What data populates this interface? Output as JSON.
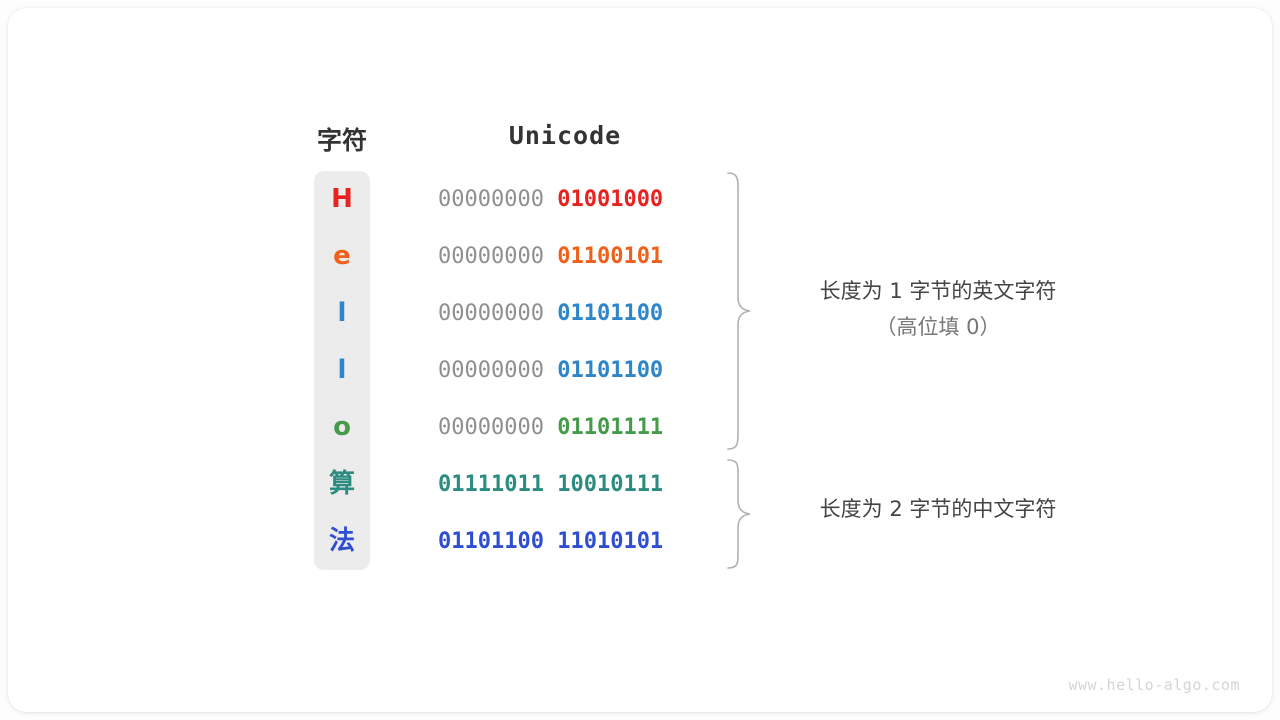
{
  "headers": {
    "char": "字符",
    "unicode": "Unicode"
  },
  "rows": [
    {
      "char": "H",
      "high_byte": "00000000",
      "low_byte": "01001000",
      "color": "#e8231f",
      "high_is_pad": true
    },
    {
      "char": "e",
      "high_byte": "00000000",
      "low_byte": "01100101",
      "color": "#f0601a",
      "high_is_pad": true
    },
    {
      "char": "l",
      "high_byte": "00000000",
      "low_byte": "01101100",
      "color": "#2e86c8",
      "high_is_pad": true
    },
    {
      "char": "l",
      "high_byte": "00000000",
      "low_byte": "01101100",
      "color": "#2e86c8",
      "high_is_pad": true
    },
    {
      "char": "o",
      "high_byte": "00000000",
      "low_byte": "01101111",
      "color": "#469b4b",
      "high_is_pad": true
    },
    {
      "char": "算",
      "high_byte": "01111011",
      "low_byte": "10010111",
      "color": "#2d8c80",
      "high_is_pad": false
    },
    {
      "char": "法",
      "high_byte": "01101100",
      "low_byte": "11010101",
      "color": "#2f4fd0",
      "high_is_pad": false
    }
  ],
  "annotations": {
    "ascii": {
      "main": "长度为 1 字节的英文字符",
      "sub": "（高位填 0）"
    },
    "chinese": {
      "main": "长度为 2 字节的中文字符",
      "sub": ""
    }
  },
  "watermark": "www.hello-algo.com",
  "colors": {
    "strip_background": "#ececec",
    "pad_byte": "#8f8f8f",
    "brace": "#b0b0b0",
    "card_background": "#ffffff",
    "page_background": "#fdfdfd"
  }
}
